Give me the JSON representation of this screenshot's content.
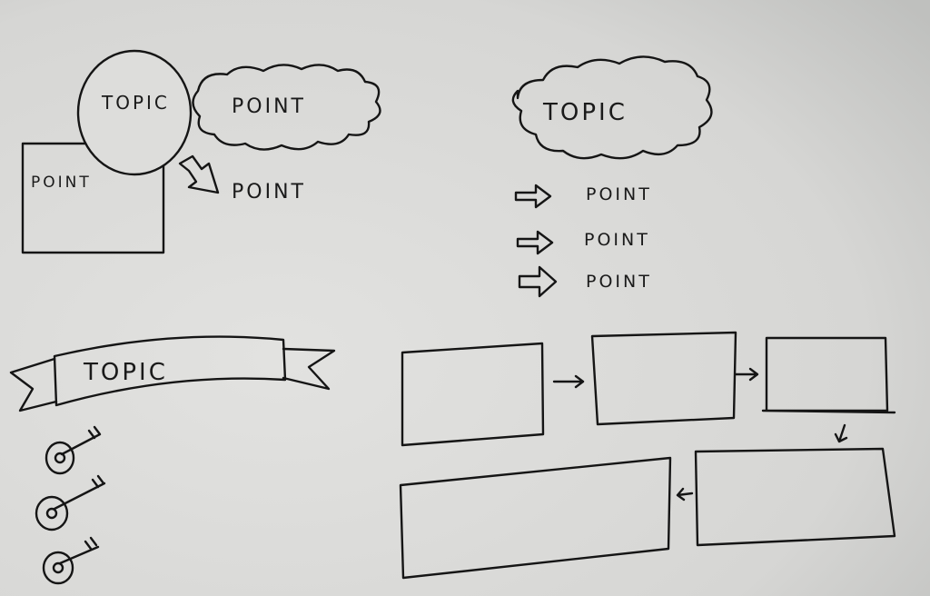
{
  "colors": {
    "paper": "#d9d9d7",
    "ink": "#151515"
  },
  "sketch_1": {
    "topic": "TOPIC",
    "cloud_point": "POINT",
    "box_point": "POINT",
    "arrow_point": "POINT"
  },
  "sketch_2": {
    "topic": "TOPIC",
    "points": [
      "POINT",
      "POINT",
      "POINT"
    ]
  },
  "sketch_3": {
    "topic": "TOPIC",
    "target_count": 3
  },
  "sketch_4": {
    "box_count": 5
  }
}
